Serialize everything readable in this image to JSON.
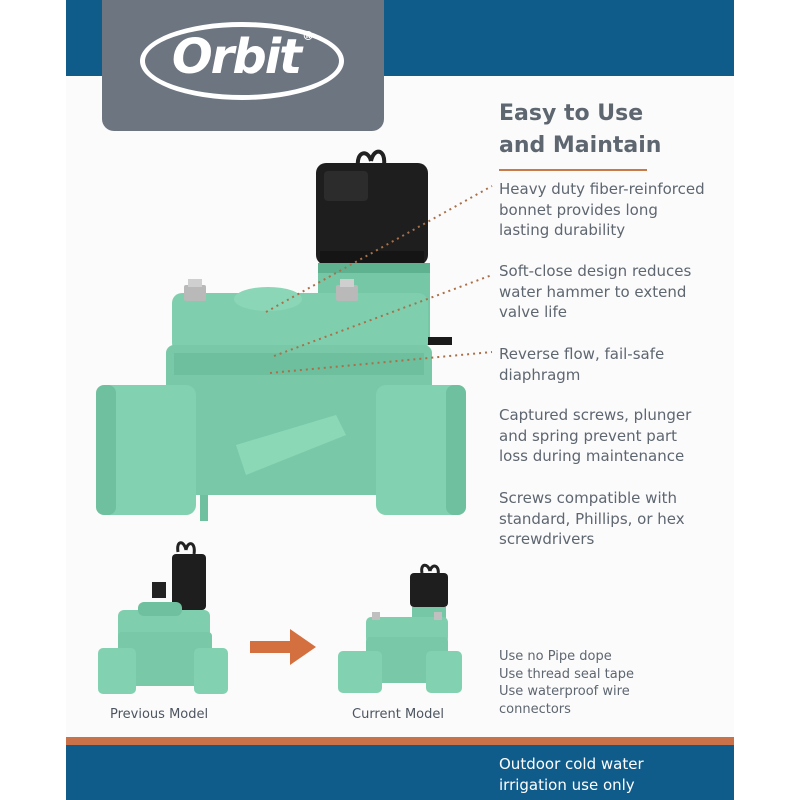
{
  "brand": {
    "logo_text": "Orbit",
    "trademark": "®"
  },
  "headline": {
    "line1": "Easy to Use",
    "line2": "and Maintain"
  },
  "features": [
    {
      "lines": [
        "Heavy duty fiber-reinforced",
        "bonnet provides long",
        "lasting durability"
      ]
    },
    {
      "lines": [
        "Soft-close design reduces",
        "water hammer to extend",
        "valve life"
      ]
    },
    {
      "lines": [
        "Reverse flow, fail-safe",
        "diaphragm"
      ]
    },
    {
      "lines": [
        "Captured screws, plunger",
        "and spring prevent part",
        "loss during maintenance"
      ]
    },
    {
      "lines": [
        "Screws compatible with",
        "standard, Phillips, or hex",
        "screwdrivers"
      ]
    }
  ],
  "tips": [
    "Use no Pipe dope",
    "Use thread seal tape",
    "Use waterproof wire",
    "connectors"
  ],
  "captions": {
    "previous": "Previous Model",
    "current": "Current Model"
  },
  "footer": {
    "line1": "Outdoor cold water",
    "line2": "irrigation use only"
  },
  "colors": {
    "brand_blue": "#0f5b8a",
    "logo_gray": "#6d7580",
    "accent_orange": "#c9724a",
    "valve_green": "#7fcfae",
    "solenoid_black": "#1e1e1e",
    "text_gray": "#5e6670"
  },
  "icons": {
    "arrow": "right-arrow-icon"
  }
}
